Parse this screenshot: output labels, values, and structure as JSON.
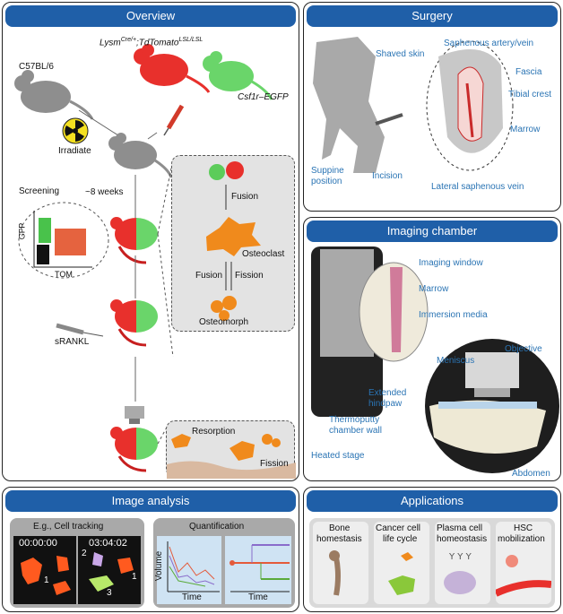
{
  "overview": {
    "title": "Overview",
    "c57": "C57BL/6",
    "irradiate": "Irradiate",
    "lysm_a": "Lysm",
    "lysm_b": "Cre/+",
    "lysm_c": ";TdTomato",
    "lysm_d": "LSL/LSL",
    "csf": "Csf1r–EGFP",
    "screening": "Screening",
    "gfp": "GFP",
    "tom": "TOM",
    "weeks": "~8 weeks",
    "srankl": "sRANKL",
    "fusion1": "Fusion",
    "osteoclast": "Osteoclast",
    "fusion2": "Fusion",
    "fission1": "Fission",
    "osteomorph": "Osteomorph",
    "resorption": "Resorption",
    "fission2": "Fission"
  },
  "surgery": {
    "title": "Surgery",
    "shaved": "Shaved skin",
    "saphenous": "Saphenous artery/vein",
    "fascia": "Fascia",
    "tibial": "Tibial crest",
    "marrow": "Marrow",
    "suppine1": "Suppine",
    "suppine2": "position",
    "incision": "Incision",
    "lateral": "Lateral saphenous vein"
  },
  "imaging": {
    "title": "Imaging chamber",
    "window": "Imaging window",
    "marrow": "Marrow",
    "immersion": "Immersion media",
    "objective": "Objective",
    "meniscus": "Meniscus",
    "extended1": "Extended",
    "extended2": "hindpaw",
    "thermo1": "Thermoputty",
    "thermo2": "chamber wall",
    "heated": "Heated stage",
    "abdomen": "Abdomen"
  },
  "analysis": {
    "title": "Image analysis",
    "tracking": "E.g., Cell tracking",
    "t1": "00:00:00",
    "t2": "03:04:02",
    "n1a": "1",
    "n2": "2",
    "n1b": "1",
    "n3": "3",
    "quant": "Quantification",
    "volume": "Volume",
    "time1": "Time",
    "time2": "Time"
  },
  "applications": {
    "title": "Applications",
    "a1": "Bone\nhomestasis",
    "a1a": "Bone",
    "a1b": "homestasis",
    "a2a": "Cancer cell",
    "a2b": "life cycle",
    "a3a": "Plasma cell",
    "a3b": "homeostasis",
    "a4a": "HSC",
    "a4b": "mobilization"
  },
  "colors": {
    "header": "#1f5fa8",
    "label_blue": "#2a74b4",
    "red": "#e8302c",
    "green": "#5ccc5a",
    "orange": "#f08a1c",
    "grey": "#9a9a9a"
  }
}
